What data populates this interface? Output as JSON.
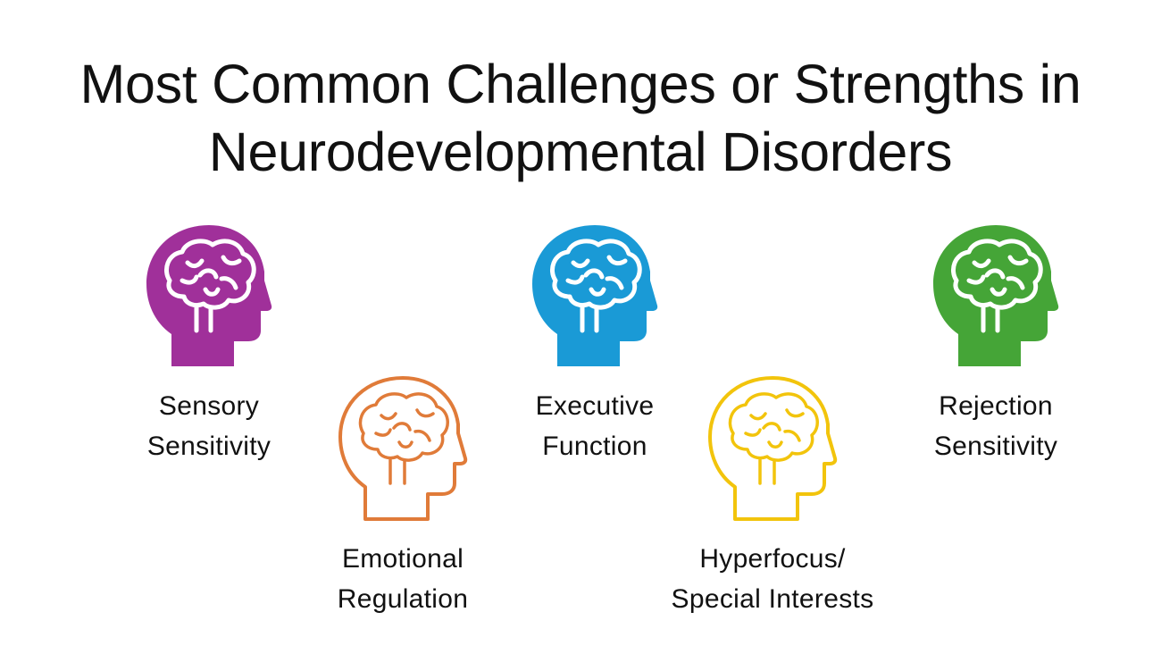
{
  "title": {
    "line1": "Most Common Challenges or Strengths in",
    "line2": "Neurodevelopmental Disorders"
  },
  "items": [
    {
      "icon": "head-brain-icon",
      "style": "filled",
      "color": "#a0309a",
      "label_line1": "Sensory",
      "label_line2": "Sensitivity"
    },
    {
      "icon": "head-brain-icon",
      "style": "outline",
      "color": "#e07b39",
      "label_line1": "Emotional",
      "label_line2": "Regulation"
    },
    {
      "icon": "head-brain-icon",
      "style": "filled",
      "color": "#1a9ad6",
      "label_line1": "Executive",
      "label_line2": "Function"
    },
    {
      "icon": "head-brain-icon",
      "style": "outline",
      "color": "#f2c40c",
      "label_line1": "Hyperfocus/",
      "label_line2": "Special Interests"
    },
    {
      "icon": "head-brain-icon",
      "style": "filled",
      "color": "#45a537",
      "label_line1": "Rejection",
      "label_line2": "Sensitivity"
    }
  ]
}
